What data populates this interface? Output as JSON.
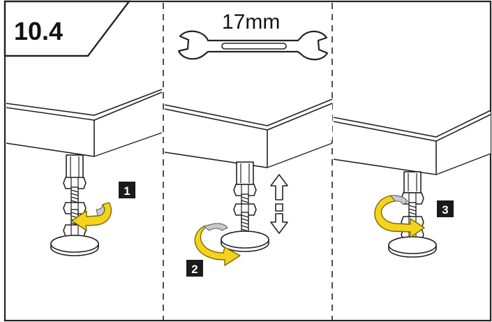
{
  "section": {
    "number": "10.4"
  },
  "tool": {
    "size_label": "17mm",
    "icon": "wrench-icon"
  },
  "steps": [
    {
      "number": "1"
    },
    {
      "number": "2"
    },
    {
      "number": "3"
    }
  ],
  "colors": {
    "arrow": "#f5d21b",
    "arrow_outline": "#7a6a00",
    "line": "#222222",
    "badge": "#1a1a1a"
  }
}
